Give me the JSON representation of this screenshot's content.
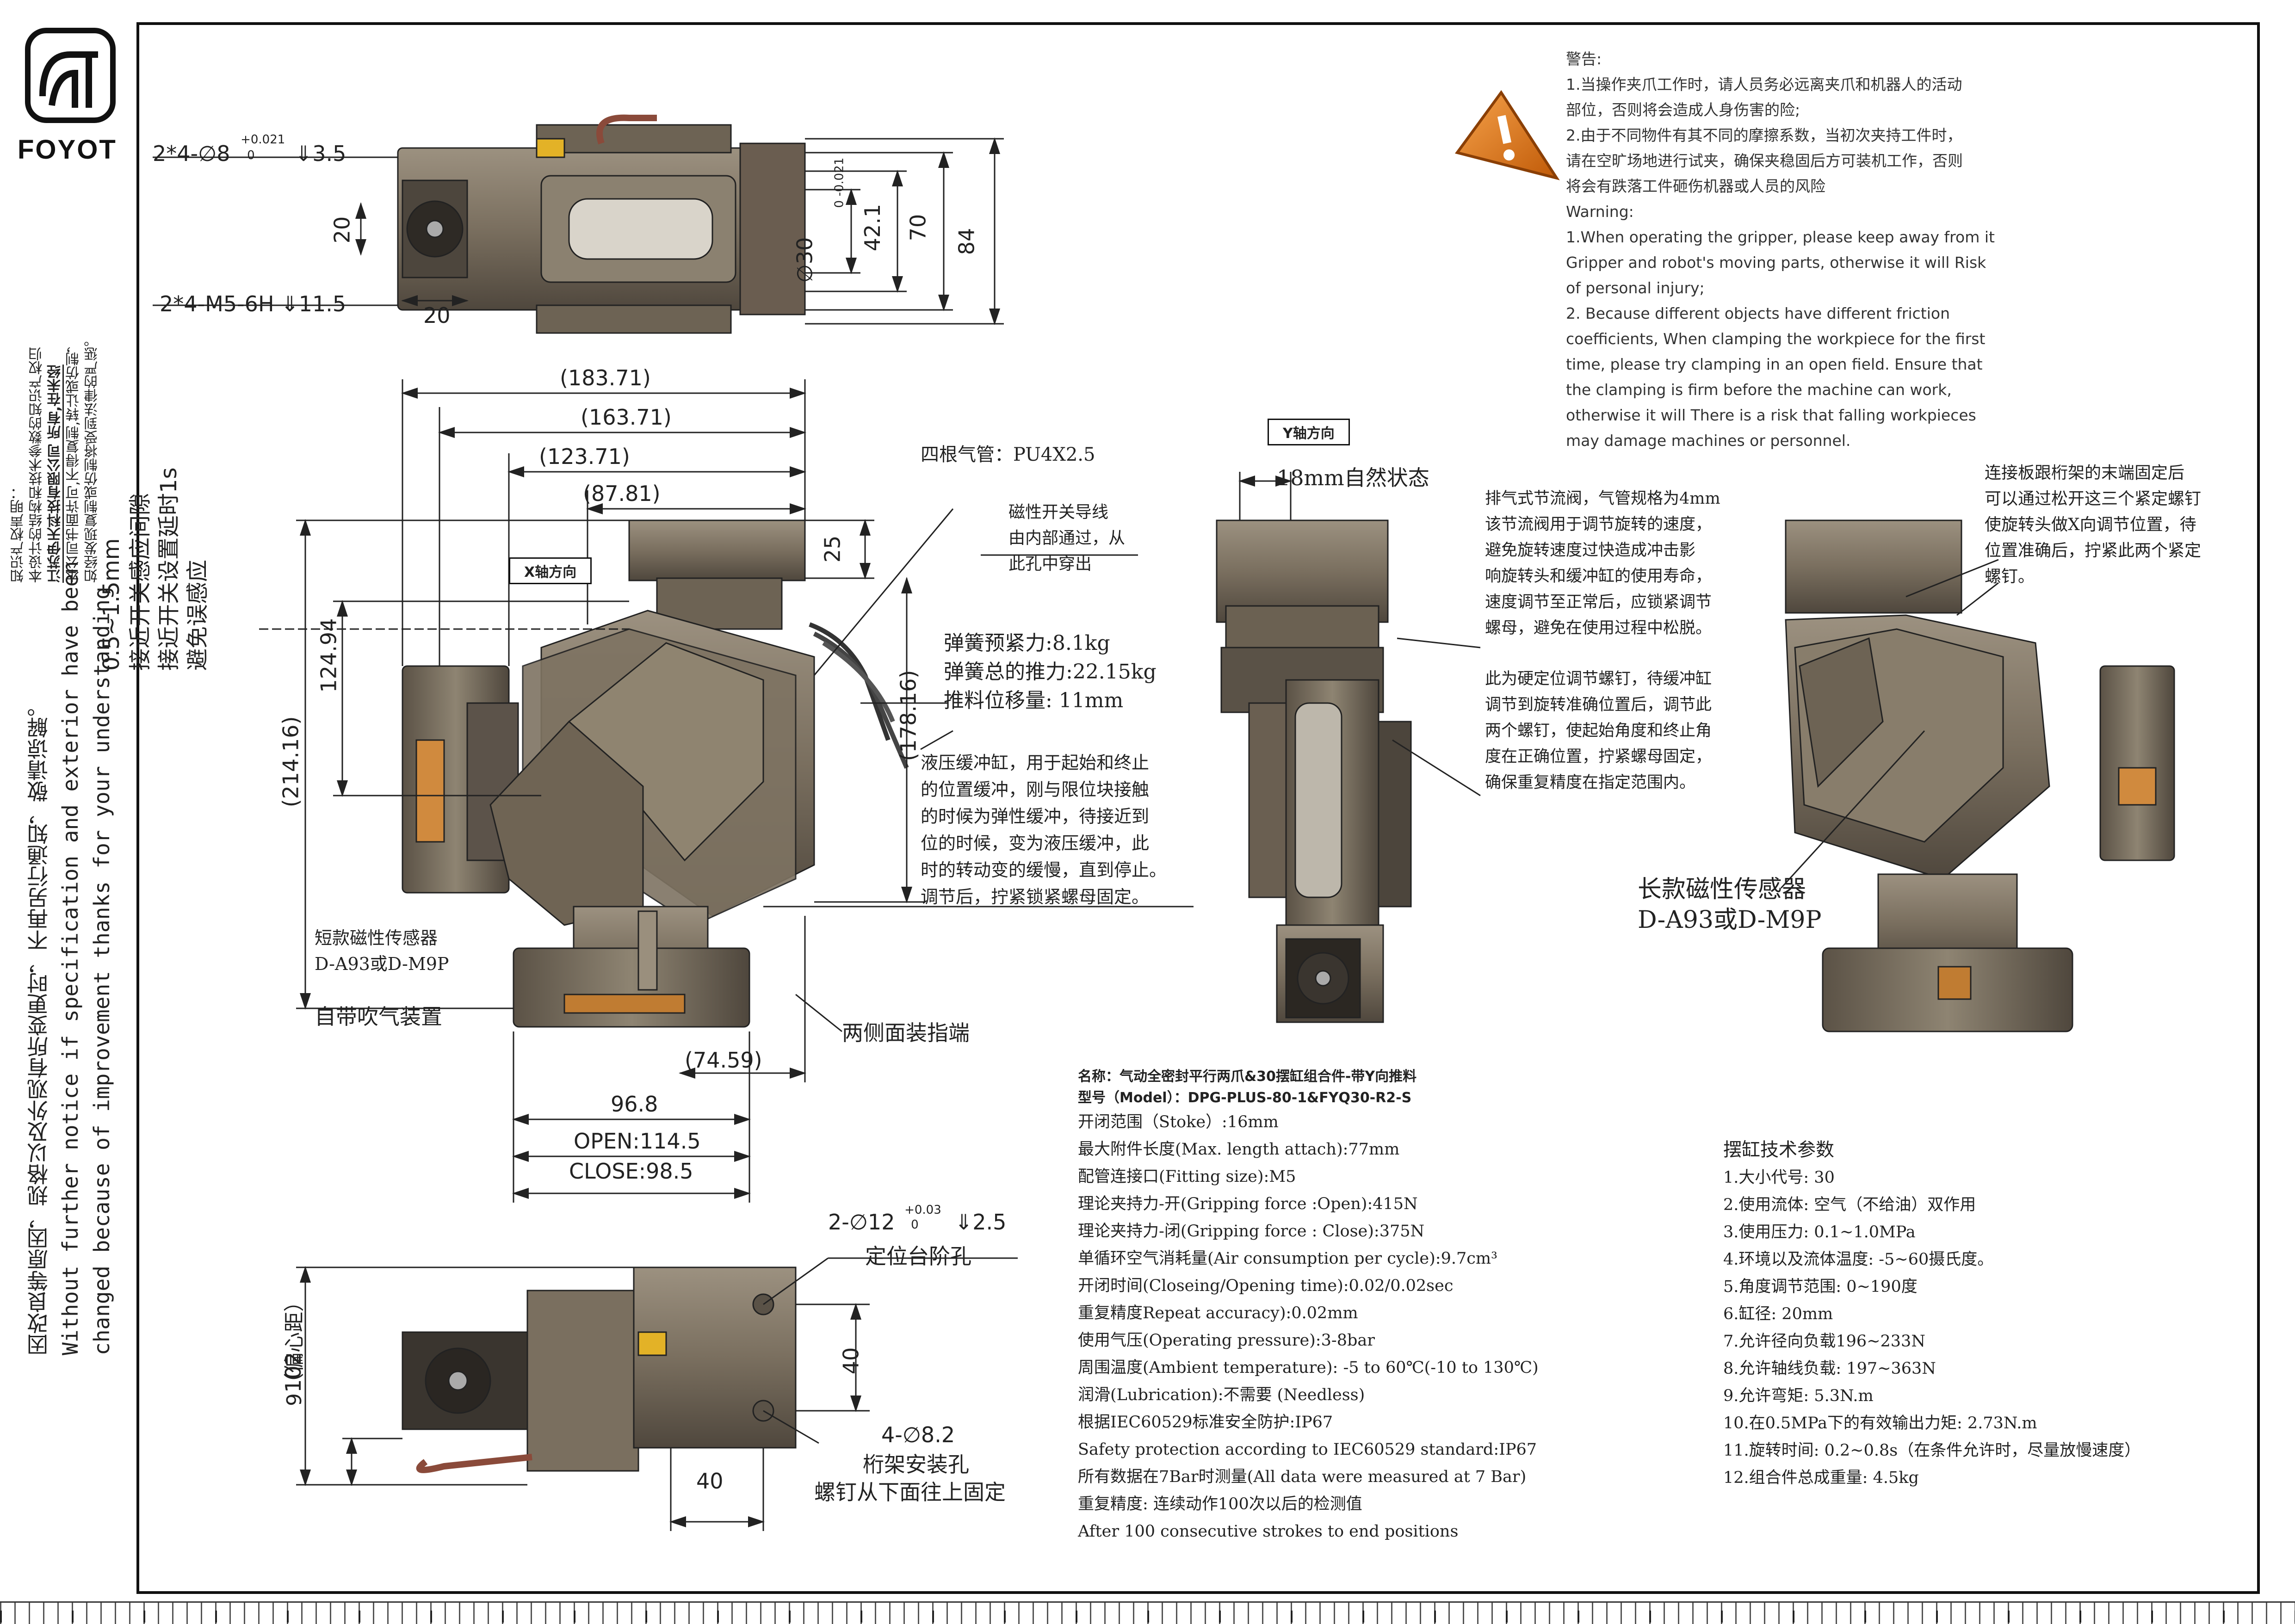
{
  "brand": {
    "logo_text": "FOYOT",
    "copyright_lines": [
      "知识产权声明：",
      "本设计的结构和技术参数的知识产权归",
      "江苏伊天科技有限公司 所有,在未经",
      "本公司书面许可,不得复制,转让或仿制，",
      "如经发现复制或仿制将受到法律的严惩。"
    ]
  },
  "notice": {
    "zh": "因改良等原因，规格以及外观有所变更时，不再另行通知，敬请谅解。",
    "en1": "Without further  notice if specification and exterior have been",
    "en2": "changed because of improvement thanks for your understanding"
  },
  "warning": {
    "title": "警告:",
    "lines": [
      "1.当操作夹爪工作时，请人员务必远离夹爪和机器人的活动",
      "部位，否则将会造成人身伤害的险;",
      "2.由于不同物件有其不同的摩擦系数，当初次夹持工件时，",
      "请在空旷场地进行试夹，确保夹稳固后方可装机工作，否则",
      "将会有跌落工件砸伤机器或人员的风险",
      "Warning:",
      "1.When operating the gripper, please keep away from it",
      "Gripper and robot's moving parts, otherwise it will Risk",
      "of personal injury;",
      "2. Because different objects have different friction",
      "coefficients, When clamping the workpiece for the first",
      "time, please try clamping in an open field. Ensure that",
      "the clamping is firm before the machine can work,",
      "otherwise it will There is a risk that falling workpieces",
      "may damage machines or personnel."
    ]
  },
  "top_view": {
    "d1": "2*4-∅8",
    "d1_tol_up": "+0.021",
    "d1_tol_low": "0",
    "d1_depth": "3.5",
    "d2": "2*4-M5-6H",
    "d2_depth": "11.5",
    "d3": "20",
    "d4": "20",
    "d5": "∅30",
    "d5_tol_up": "0",
    "d5_tol_low": "-0.021",
    "d6": "42.1",
    "d7": "70",
    "d8": "84"
  },
  "front_view": {
    "d_183": "(183.71)",
    "d_163": "(163.71)",
    "d_123": "(123.71)",
    "d_87": "(87.81)",
    "d_25": "25",
    "d_124": "124.94",
    "d_214": "(214.16)",
    "d_178": "(178.16)",
    "d_74": "(74.59)",
    "d_96": "96.8",
    "open": "OPEN:114.5",
    "close": "CLOSE:98.5",
    "sensor_gap": "0.5~1.5mm",
    "sensor_note1": "接近开关感应间隙",
    "sensor_note2": "接近开关设置延时1s",
    "sensor_note3": "避免误感应",
    "x_axis": "X轴方向",
    "air_pipe": "四根气管：PU4X2.5",
    "mag_wire_1": "磁性开关导线",
    "mag_wire_2": "由内部通过，从",
    "mag_wire_3": "此孔中穿出",
    "spring_1": "弹簧预紧力:8.1kg",
    "spring_2": "弹簧总的推力:22.15kg",
    "spring_3": "推料位移量: 11mm",
    "hydraulic": [
      "液压缓冲缸，用于起始和终止",
      "的位置缓冲，刚与限位块接触",
      "的时候为弹性缓冲，待接近到",
      "位的时候，变为液压缓冲，此",
      "时的转动变的缓慢，直到停止。",
      "调节后，拧紧锁紧螺母固定。"
    ],
    "short_sensor_1": "短款磁性传感器",
    "short_sensor_2": "D-A93或D-M9P",
    "blow": "自带吹气装置",
    "finger": "两侧面装指端"
  },
  "side_view": {
    "y_axis": "Y轴方向",
    "natural": "18mm自然状态",
    "throttle": [
      "排气式节流阀，气管规格为4mm",
      "该节流阀用于调节旋转的速度，",
      "避免旋转速度过快造成冲击影",
      "响旋转头和缓冲缸的使用寿命，",
      "速度调节至正常后，应锁紧调节",
      "螺母，避免在使用过程中松脱。"
    ],
    "hard_stop": [
      "此为硬定位调节螺钉，待缓冲缸",
      "调节到旋转准确位置后，调节此",
      "两个螺钉，使起始角度和终止角",
      "度在正确位置，拧紧螺母固定，",
      "确保重复精度在指定范围内。"
    ]
  },
  "iso_view": {
    "note": [
      "连接板跟桁架的末端固定后",
      "可以通过松开这三个紧定螺钉",
      "使旋转头做X向调节位置，待",
      "位置准确后，拧紧此两个紧定",
      "螺钉。"
    ],
    "long_sensor_1": "长款磁性传感器",
    "long_sensor_2": "D-A93或D-M9P"
  },
  "bottom_view": {
    "hole1": "2-∅12",
    "hole1_tol_up": "+0.03",
    "hole1_tol_low": "0",
    "hole1_depth": "2.5",
    "hole1_note": "定位台阶孔",
    "d_102": "102",
    "d_9": "9（偏心距）",
    "d_40a": "40",
    "d_40b": "40",
    "hole2": "4-∅8.2",
    "hole2_note1": "桁架安装孔",
    "hole2_note2": "螺钉从下面往上固定"
  },
  "specs": {
    "name": "名称：气动全密封平行两爪&30摆缸组合件-带Y向推料",
    "model": "型号（Model）：DPG-PLUS-80-1&FYQ30-R2-S",
    "lines": [
      "开闭范围（Stoke）:16mm",
      "最大附件长度(Max. length attach):77mm",
      "配管连接口(Fitting size):M5",
      "理论夹持力-开(Gripping force :Open):415N",
      "理论夹持力-闭(Gripping force : Close):375N",
      "单循环空气消耗量(Air consumption per cycle):9.7cm³",
      "开闭时间(Closeing/Opening time):0.02/0.02sec",
      "重复精度Repeat accuracy):0.02mm",
      "使用气压(Operating pressure):3-8bar",
      "周围温度(Ambient temperature): -5 to 60℃(-10 to 130℃)",
      "润滑(Lubrication):不需要 (Needless)",
      "根据IEC60529标准安全防护:IP67",
      "Safety protection according to IEC60529 standard:IP67",
      "所有数据在7Bar时测量(All data were measured at 7 Bar)",
      "重复精度: 连续动作100次以后的检测值",
      "After 100 consecutive strokes to end positions"
    ]
  },
  "swing_specs": {
    "title": "摆缸技术参数",
    "lines": [
      "1.大小代号: 30",
      "2.使用流体: 空气（不给油）双作用",
      "3.使用压力: 0.1~1.0MPa",
      "4.环境以及流体温度: -5~60摄氏度。",
      "5.角度调节范围: 0~190度",
      "6.缸径: 20mm",
      "7.允许径向负载196~233N",
      "8.允许轴线负载: 197~363N",
      "9.允许弯矩: 5.3N.m",
      "10.在0.5MPa下的有效输出力矩: 2.73N.m",
      "11.旋转时间: 0.2~0.8s（在条件允许时，尽量放慢速度）",
      "12.组合件总成重量: 4.5kg"
    ]
  },
  "colors": {
    "body": "#7a6f5f",
    "body_dark": "#5b5246",
    "body_light": "#9c9180",
    "warning_orange": "#e07a1c",
    "line": "#222222"
  }
}
